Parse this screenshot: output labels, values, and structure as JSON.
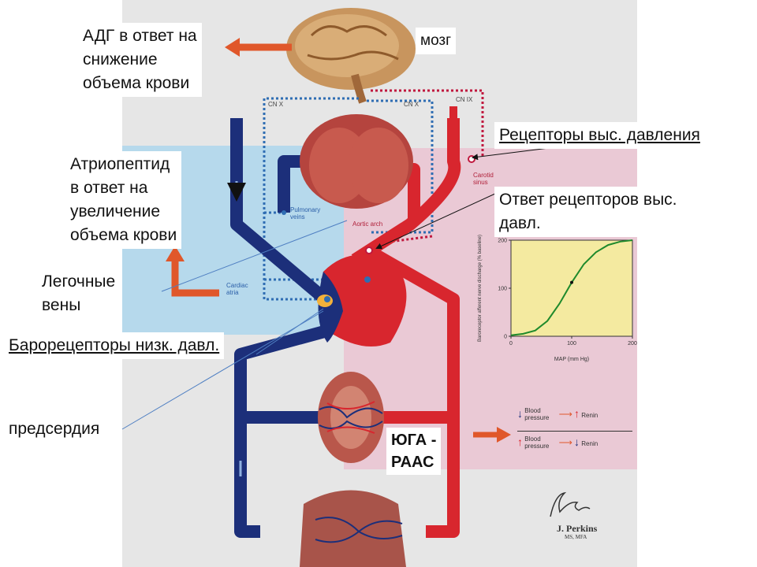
{
  "labels": {
    "adh": [
      "АДГ в ответ на",
      "снижение",
      "объема крови"
    ],
    "brain": "мозг",
    "high_receptors": "Рецепторы выс. давления",
    "atriopeptide": [
      "Атриопептид",
      "в ответ на",
      "увеличение",
      "объема крови"
    ],
    "high_response": [
      "Ответ рецепторов выс.",
      "давл."
    ],
    "pulmonary_veins": [
      "Легочные",
      "вены"
    ],
    "low_baroreceptors": "Барорецепторы низк. давл.",
    "atria": "предсердия",
    "jga": [
      "ЮГА -",
      "РААС"
    ]
  },
  "anatomy": {
    "cn_x_left": "CN X",
    "cn_x_right": "CN X",
    "cn_ix": "CN IX",
    "carotid_sinus": [
      "Carotid",
      "sinus"
    ],
    "pulmonary_veins": [
      "Pulmonary",
      "veins"
    ],
    "aortic_arch": "Aortic arch",
    "cardiac_atria": [
      "Cardiac",
      "atria"
    ]
  },
  "chart_data": {
    "type": "line",
    "ylabel": "Baroreceptor afferent nerve discharge (% baseline)",
    "xlabel": "MAP (mm Hg)",
    "xlim": [
      0,
      200
    ],
    "ylim": [
      0,
      200
    ],
    "xticks": [
      "0",
      "100",
      "200"
    ],
    "yticks": [
      "0",
      "100",
      "200"
    ],
    "series": [
      {
        "x": [
          0,
          20,
          40,
          60,
          80,
          100,
          120,
          140,
          160,
          180,
          200
        ],
        "y": [
          2,
          5,
          12,
          32,
          68,
          112,
          150,
          175,
          190,
          197,
          200
        ]
      }
    ],
    "grid": false,
    "colors": {
      "line": "#1f8a2c",
      "plot_bg": "#f4eaa0",
      "marker": "#111111"
    }
  },
  "legend": {
    "row1": {
      "arrow_left": "down",
      "label": [
        "Blood",
        "pressure"
      ],
      "right": "Renin",
      "arrow_right": "up"
    },
    "row2": {
      "arrow_left": "up",
      "label": [
        "Blood",
        "pressure"
      ],
      "right": "Renin",
      "arrow_right": "down"
    }
  },
  "signature": {
    "script": "F. Netter",
    "name": "J. Perkins",
    "degrees": "MS, MFA"
  },
  "colors": {
    "artery": "#d8262e",
    "vein": "#1c2f7a",
    "nerve_blue": "#2f6db3",
    "nerve_red": "#c0183e",
    "pink_zone": "#eac9d5",
    "blue_zone": "#b6d9ec",
    "orange_arrow": "#e0572a",
    "panel": "#e6e6e6"
  }
}
